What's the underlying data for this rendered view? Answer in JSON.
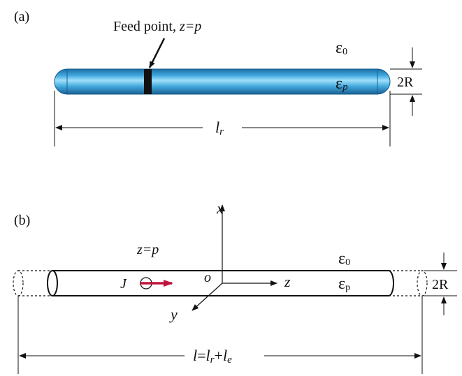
{
  "panel_a": {
    "label": "(a)",
    "feed_label_prefix": "Feed point, ",
    "feed_label_math": "z=p",
    "eps_outer": "ε",
    "eps_outer_sub": "0",
    "eps_inner": "ε",
    "eps_inner_sub": "p",
    "radius_label": "2R",
    "length_label": "l",
    "length_sub": "r",
    "colors": {
      "rod_light": "#8ed6f6",
      "rod_mid": "#3fa6db",
      "rod_dark": "#1d6fa6",
      "feed": "#111111"
    }
  },
  "panel_b": {
    "label": "(b)",
    "feed_position": "z=p",
    "current_label": "J",
    "origin_label": "o",
    "axis_x": "x",
    "axis_y": "y",
    "axis_z": "z",
    "eps_outer": "ε",
    "eps_outer_sub": "0",
    "eps_inner": "ε",
    "eps_inner_sub": "p",
    "radius_label": "2R",
    "length_l": "l",
    "length_eq": "=",
    "length_lr": "l",
    "length_lr_sub": "r",
    "length_plus": "+",
    "length_le": "l",
    "length_le_sub": "e",
    "colors": {
      "arrow": "#c0143c"
    }
  }
}
